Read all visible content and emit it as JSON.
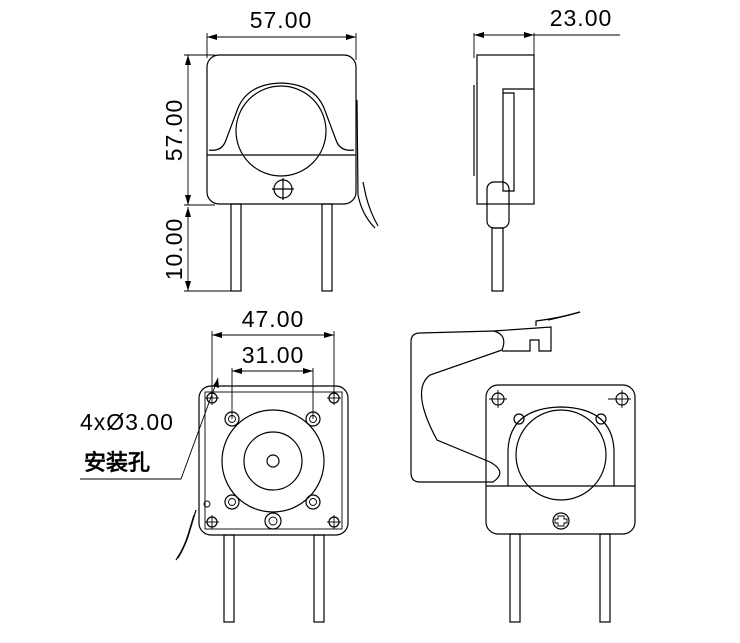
{
  "drawing": {
    "title": "Peristaltic pump dimension drawing",
    "units": "mm",
    "line_color": "#000000",
    "background": "#ffffff"
  },
  "views": {
    "front": {
      "width_dim": "57.00",
      "height_dim": "57.00",
      "tube_length_dim": "10.00"
    },
    "side": {
      "depth_dim": "23.00"
    },
    "back": {
      "outer_hole_spacing_dim": "47.00",
      "inner_hole_spacing_dim": "31.00",
      "hole_callout": "4xØ3.00",
      "hole_label": "安装孔"
    },
    "open_cover": {}
  }
}
